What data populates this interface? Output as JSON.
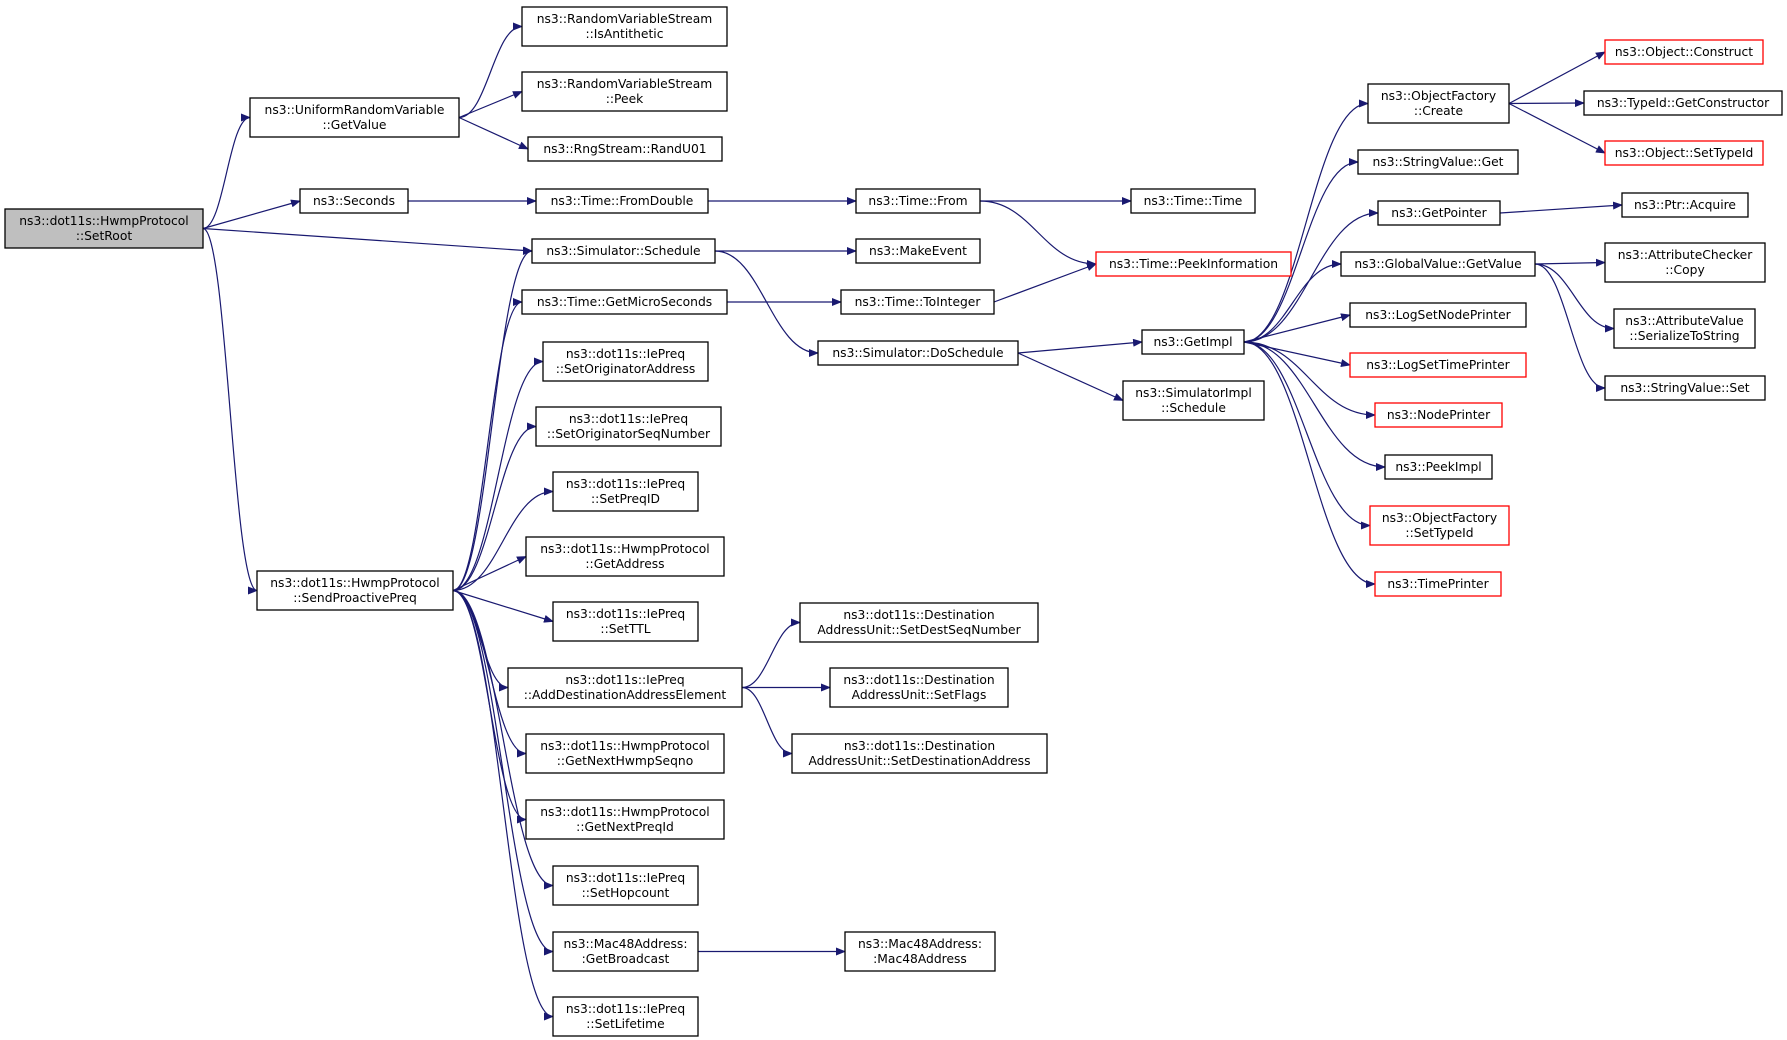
{
  "diagram": {
    "type": "call-graph",
    "colors": {
      "edge": "#191970",
      "node_border": "#000000",
      "truncated_node_border": "#ff0000",
      "root_fill": "#bfbfbf",
      "node_fill": "#ffffff"
    },
    "nodes": [
      {
        "id": "n_setroot",
        "kind": "root",
        "lines": [
          "ns3::dot11s::HwmpProtocol",
          "::SetRoot"
        ]
      },
      {
        "id": "n_urv_getvalue",
        "kind": "normal",
        "lines": [
          "ns3::UniformRandomVariable",
          "::GetValue"
        ]
      },
      {
        "id": "n_isantithetic",
        "kind": "normal",
        "lines": [
          "ns3::RandomVariableStream",
          "::IsAntithetic"
        ]
      },
      {
        "id": "n_peek",
        "kind": "normal",
        "lines": [
          "ns3::RandomVariableStream",
          "::Peek"
        ]
      },
      {
        "id": "n_randu01",
        "kind": "normal",
        "lines": [
          "ns3::RngStream::RandU01"
        ]
      },
      {
        "id": "n_seconds",
        "kind": "normal",
        "lines": [
          "ns3::Seconds"
        ]
      },
      {
        "id": "n_fromdouble",
        "kind": "normal",
        "lines": [
          "ns3::Time::FromDouble"
        ]
      },
      {
        "id": "n_from",
        "kind": "normal",
        "lines": [
          "ns3::Time::From"
        ]
      },
      {
        "id": "n_time",
        "kind": "normal",
        "lines": [
          "ns3::Time::Time"
        ]
      },
      {
        "id": "n_schedule",
        "kind": "normal",
        "lines": [
          "ns3::Simulator::Schedule"
        ]
      },
      {
        "id": "n_makeevent",
        "kind": "normal",
        "lines": [
          "ns3::MakeEvent"
        ]
      },
      {
        "id": "n_peekinfo",
        "kind": "truncated",
        "lines": [
          "ns3::Time::PeekInformation"
        ]
      },
      {
        "id": "n_getmicro",
        "kind": "normal",
        "lines": [
          "ns3::Time::GetMicroSeconds"
        ]
      },
      {
        "id": "n_tointeger",
        "kind": "normal",
        "lines": [
          "ns3::Time::ToInteger"
        ]
      },
      {
        "id": "n_doschedule",
        "kind": "normal",
        "lines": [
          "ns3::Simulator::DoSchedule"
        ]
      },
      {
        "id": "n_getimpl",
        "kind": "normal",
        "lines": [
          "ns3::GetImpl"
        ]
      },
      {
        "id": "n_simimpl_schedule",
        "kind": "normal",
        "lines": [
          "ns3::SimulatorImpl",
          "::Schedule"
        ]
      },
      {
        "id": "n_of_create",
        "kind": "normal",
        "lines": [
          "ns3::ObjectFactory",
          "::Create"
        ]
      },
      {
        "id": "n_construct",
        "kind": "truncated",
        "lines": [
          "ns3::Object::Construct"
        ]
      },
      {
        "id": "n_getconstructor",
        "kind": "normal",
        "lines": [
          "ns3::TypeId::GetConstructor"
        ]
      },
      {
        "id": "n_obj_settypeid",
        "kind": "truncated",
        "lines": [
          "ns3::Object::SetTypeId"
        ]
      },
      {
        "id": "n_strval_get",
        "kind": "normal",
        "lines": [
          "ns3::StringValue::Get"
        ]
      },
      {
        "id": "n_getpointer",
        "kind": "normal",
        "lines": [
          "ns3::GetPointer"
        ]
      },
      {
        "id": "n_acquire",
        "kind": "normal",
        "lines": [
          "ns3::Ptr::Acquire"
        ]
      },
      {
        "id": "n_gv_getvalue",
        "kind": "normal",
        "lines": [
          "ns3::GlobalValue::GetValue"
        ]
      },
      {
        "id": "n_ac_copy",
        "kind": "normal",
        "lines": [
          "ns3::AttributeChecker",
          "::Copy"
        ]
      },
      {
        "id": "n_av_serialize",
        "kind": "normal",
        "lines": [
          "ns3::AttributeValue",
          "::SerializeToString"
        ]
      },
      {
        "id": "n_strval_set",
        "kind": "normal",
        "lines": [
          "ns3::StringValue::Set"
        ]
      },
      {
        "id": "n_logsetnode",
        "kind": "normal",
        "lines": [
          "ns3::LogSetNodePrinter"
        ]
      },
      {
        "id": "n_logsettime",
        "kind": "truncated",
        "lines": [
          "ns3::LogSetTimePrinter"
        ]
      },
      {
        "id": "n_nodeprinter",
        "kind": "truncated",
        "lines": [
          "ns3::NodePrinter"
        ]
      },
      {
        "id": "n_peekimpl",
        "kind": "normal",
        "lines": [
          "ns3::PeekImpl"
        ]
      },
      {
        "id": "n_of_settypeid",
        "kind": "truncated",
        "lines": [
          "ns3::ObjectFactory",
          "::SetTypeId"
        ]
      },
      {
        "id": "n_timeprinter",
        "kind": "truncated",
        "lines": [
          "ns3::TimePrinter"
        ]
      },
      {
        "id": "n_sendpreq",
        "kind": "normal",
        "lines": [
          "ns3::dot11s::HwmpProtocol",
          "::SendProactivePreq"
        ]
      },
      {
        "id": "n_setorigaddr",
        "kind": "normal",
        "lines": [
          "ns3::dot11s::IePreq",
          "::SetOriginatorAddress"
        ]
      },
      {
        "id": "n_setorigseq",
        "kind": "normal",
        "lines": [
          "ns3::dot11s::IePreq",
          "::SetOriginatorSeqNumber"
        ]
      },
      {
        "id": "n_setpreqid",
        "kind": "normal",
        "lines": [
          "ns3::dot11s::IePreq",
          "::SetPreqID"
        ]
      },
      {
        "id": "n_getaddress",
        "kind": "normal",
        "lines": [
          "ns3::dot11s::HwmpProtocol",
          "::GetAddress"
        ]
      },
      {
        "id": "n_setttl",
        "kind": "normal",
        "lines": [
          "ns3::dot11s::IePreq",
          "::SetTTL"
        ]
      },
      {
        "id": "n_adddest",
        "kind": "normal",
        "lines": [
          "ns3::dot11s::IePreq",
          "::AddDestinationAddressElement"
        ]
      },
      {
        "id": "n_setdestseq",
        "kind": "normal",
        "lines": [
          "ns3::dot11s::Destination",
          "AddressUnit::SetDestSeqNumber"
        ]
      },
      {
        "id": "n_setflags",
        "kind": "normal",
        "lines": [
          "ns3::dot11s::Destination",
          "AddressUnit::SetFlags"
        ]
      },
      {
        "id": "n_setdestaddr",
        "kind": "normal",
        "lines": [
          "ns3::dot11s::Destination",
          "AddressUnit::SetDestinationAddress"
        ]
      },
      {
        "id": "n_nexthwmpseq",
        "kind": "normal",
        "lines": [
          "ns3::dot11s::HwmpProtocol",
          "::GetNextHwmpSeqno"
        ]
      },
      {
        "id": "n_nextpreqid",
        "kind": "normal",
        "lines": [
          "ns3::dot11s::HwmpProtocol",
          "::GetNextPreqId"
        ]
      },
      {
        "id": "n_sethopcount",
        "kind": "normal",
        "lines": [
          "ns3::dot11s::IePreq",
          "::SetHopcount"
        ]
      },
      {
        "id": "n_getbroadcast",
        "kind": "normal",
        "lines": [
          "ns3::Mac48Address:",
          ":GetBroadcast"
        ]
      },
      {
        "id": "n_mac48ctor",
        "kind": "normal",
        "lines": [
          "ns3::Mac48Address:",
          ":Mac48Address"
        ]
      },
      {
        "id": "n_setlifetime",
        "kind": "normal",
        "lines": [
          "ns3::dot11s::IePreq",
          "::SetLifetime"
        ]
      }
    ],
    "edges": [
      {
        "from": "n_setroot",
        "to": "n_urv_getvalue"
      },
      {
        "from": "n_setroot",
        "to": "n_seconds"
      },
      {
        "from": "n_setroot",
        "to": "n_schedule"
      },
      {
        "from": "n_setroot",
        "to": "n_sendpreq"
      },
      {
        "from": "n_urv_getvalue",
        "to": "n_isantithetic"
      },
      {
        "from": "n_urv_getvalue",
        "to": "n_peek"
      },
      {
        "from": "n_urv_getvalue",
        "to": "n_randu01"
      },
      {
        "from": "n_seconds",
        "to": "n_fromdouble"
      },
      {
        "from": "n_fromdouble",
        "to": "n_from"
      },
      {
        "from": "n_from",
        "to": "n_time"
      },
      {
        "from": "n_from",
        "to": "n_peekinfo"
      },
      {
        "from": "n_schedule",
        "to": "n_makeevent"
      },
      {
        "from": "n_schedule",
        "to": "n_doschedule"
      },
      {
        "from": "n_getmicro",
        "to": "n_tointeger"
      },
      {
        "from": "n_tointeger",
        "to": "n_peekinfo"
      },
      {
        "from": "n_doschedule",
        "to": "n_getimpl"
      },
      {
        "from": "n_doschedule",
        "to": "n_simimpl_schedule"
      },
      {
        "from": "n_getimpl",
        "to": "n_of_create"
      },
      {
        "from": "n_getimpl",
        "to": "n_strval_get"
      },
      {
        "from": "n_getimpl",
        "to": "n_getpointer"
      },
      {
        "from": "n_getimpl",
        "to": "n_gv_getvalue"
      },
      {
        "from": "n_getimpl",
        "to": "n_logsetnode"
      },
      {
        "from": "n_getimpl",
        "to": "n_logsettime"
      },
      {
        "from": "n_getimpl",
        "to": "n_nodeprinter"
      },
      {
        "from": "n_getimpl",
        "to": "n_peekimpl"
      },
      {
        "from": "n_getimpl",
        "to": "n_of_settypeid"
      },
      {
        "from": "n_getimpl",
        "to": "n_timeprinter"
      },
      {
        "from": "n_of_create",
        "to": "n_construct"
      },
      {
        "from": "n_of_create",
        "to": "n_getconstructor"
      },
      {
        "from": "n_of_create",
        "to": "n_obj_settypeid"
      },
      {
        "from": "n_getpointer",
        "to": "n_acquire"
      },
      {
        "from": "n_gv_getvalue",
        "to": "n_ac_copy"
      },
      {
        "from": "n_gv_getvalue",
        "to": "n_av_serialize"
      },
      {
        "from": "n_gv_getvalue",
        "to": "n_strval_set"
      },
      {
        "from": "n_sendpreq",
        "to": "n_schedule"
      },
      {
        "from": "n_sendpreq",
        "to": "n_getmicro"
      },
      {
        "from": "n_sendpreq",
        "to": "n_setorigaddr"
      },
      {
        "from": "n_sendpreq",
        "to": "n_setorigseq"
      },
      {
        "from": "n_sendpreq",
        "to": "n_setpreqid"
      },
      {
        "from": "n_sendpreq",
        "to": "n_getaddress"
      },
      {
        "from": "n_sendpreq",
        "to": "n_setttl"
      },
      {
        "from": "n_sendpreq",
        "to": "n_adddest"
      },
      {
        "from": "n_sendpreq",
        "to": "n_nexthwmpseq"
      },
      {
        "from": "n_sendpreq",
        "to": "n_nextpreqid"
      },
      {
        "from": "n_sendpreq",
        "to": "n_sethopcount"
      },
      {
        "from": "n_sendpreq",
        "to": "n_getbroadcast"
      },
      {
        "from": "n_sendpreq",
        "to": "n_setlifetime"
      },
      {
        "from": "n_adddest",
        "to": "n_setdestseq"
      },
      {
        "from": "n_adddest",
        "to": "n_setflags"
      },
      {
        "from": "n_adddest",
        "to": "n_setdestaddr"
      },
      {
        "from": "n_getbroadcast",
        "to": "n_mac48ctor"
      }
    ]
  }
}
